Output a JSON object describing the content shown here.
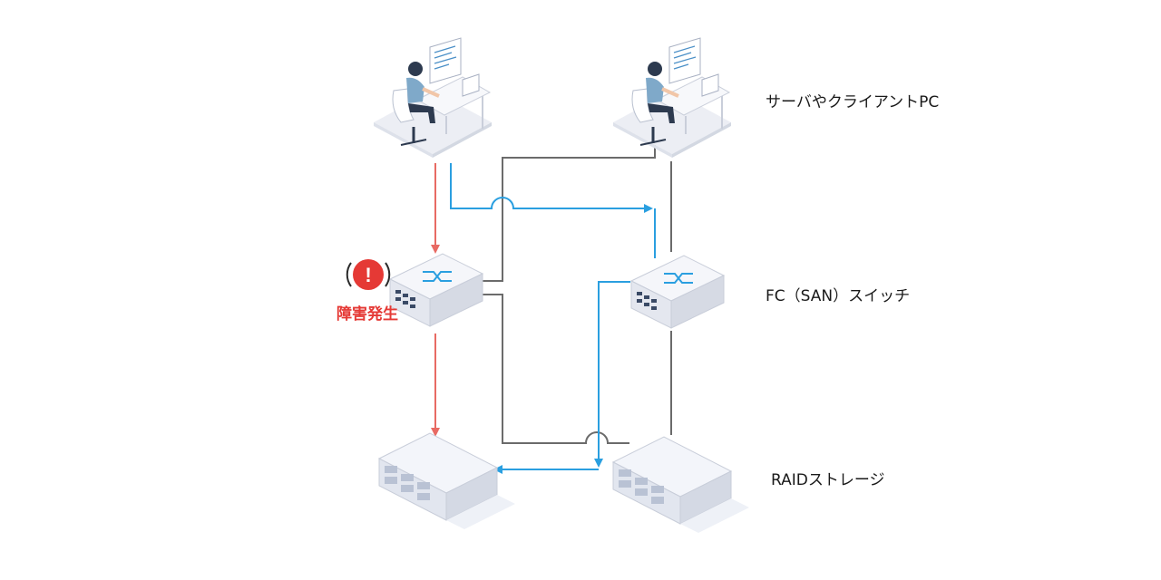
{
  "labels": {
    "clients": "サーバやクライアントPC",
    "switches": "FC（SAN）スイッチ",
    "storage": "RAIDストレージ"
  },
  "alert": {
    "text": "障害発生",
    "symbol": "!",
    "color": "#e53935"
  },
  "icons": {
    "client_icon": "person-at-workstation-icon",
    "switch_icon": "fc-switch-icon",
    "storage_icon": "raid-storage-icon"
  },
  "colors": {
    "failed_path": "#e86a63",
    "active_path": "#2a9fe0",
    "standby_path": "#6b6b6b"
  }
}
